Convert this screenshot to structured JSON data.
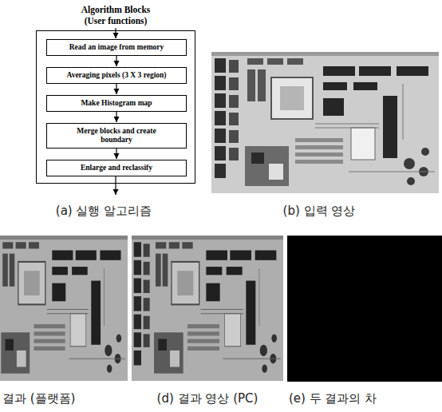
{
  "diagram": {
    "nodes": [
      {
        "text": [
          "Algorithm Blocks (User functions)"
        ]
      },
      {
        "text": [
          "Read an image from memory"
        ],
        "in": 0
      },
      {
        "text": [
          "Averaging pixels (3 X 3 region)"
        ],
        "in": 0
      },
      {
        "text": [
          "Make Histogram map"
        ],
        "in": 0
      },
      {
        "text": [
          "Merge blocks and create boundary"
        ],
        "in": 0
      },
      {
        "text": [
          "Enlarge and reclassify"
        ],
        "in": 0
      }
    ],
    "edges": [
      {
        "from": 1,
        "to": 2,
        "arrow": "to"
      },
      {
        "from": 2,
        "to": 3,
        "arrow": "to"
      },
      {
        "from": 3,
        "to": 4,
        "arrow": "to"
      },
      {
        "from": 4,
        "to": 5,
        "arrow": "to"
      }
    ],
    "labels": [
      "(a) 실행 알고리즘",
      "(b) 입력 영상",
      "결과 (플랫폼)",
      "(d) 결과 영상 (PC)",
      "(e) 두 결과의 차"
    ]
  }
}
